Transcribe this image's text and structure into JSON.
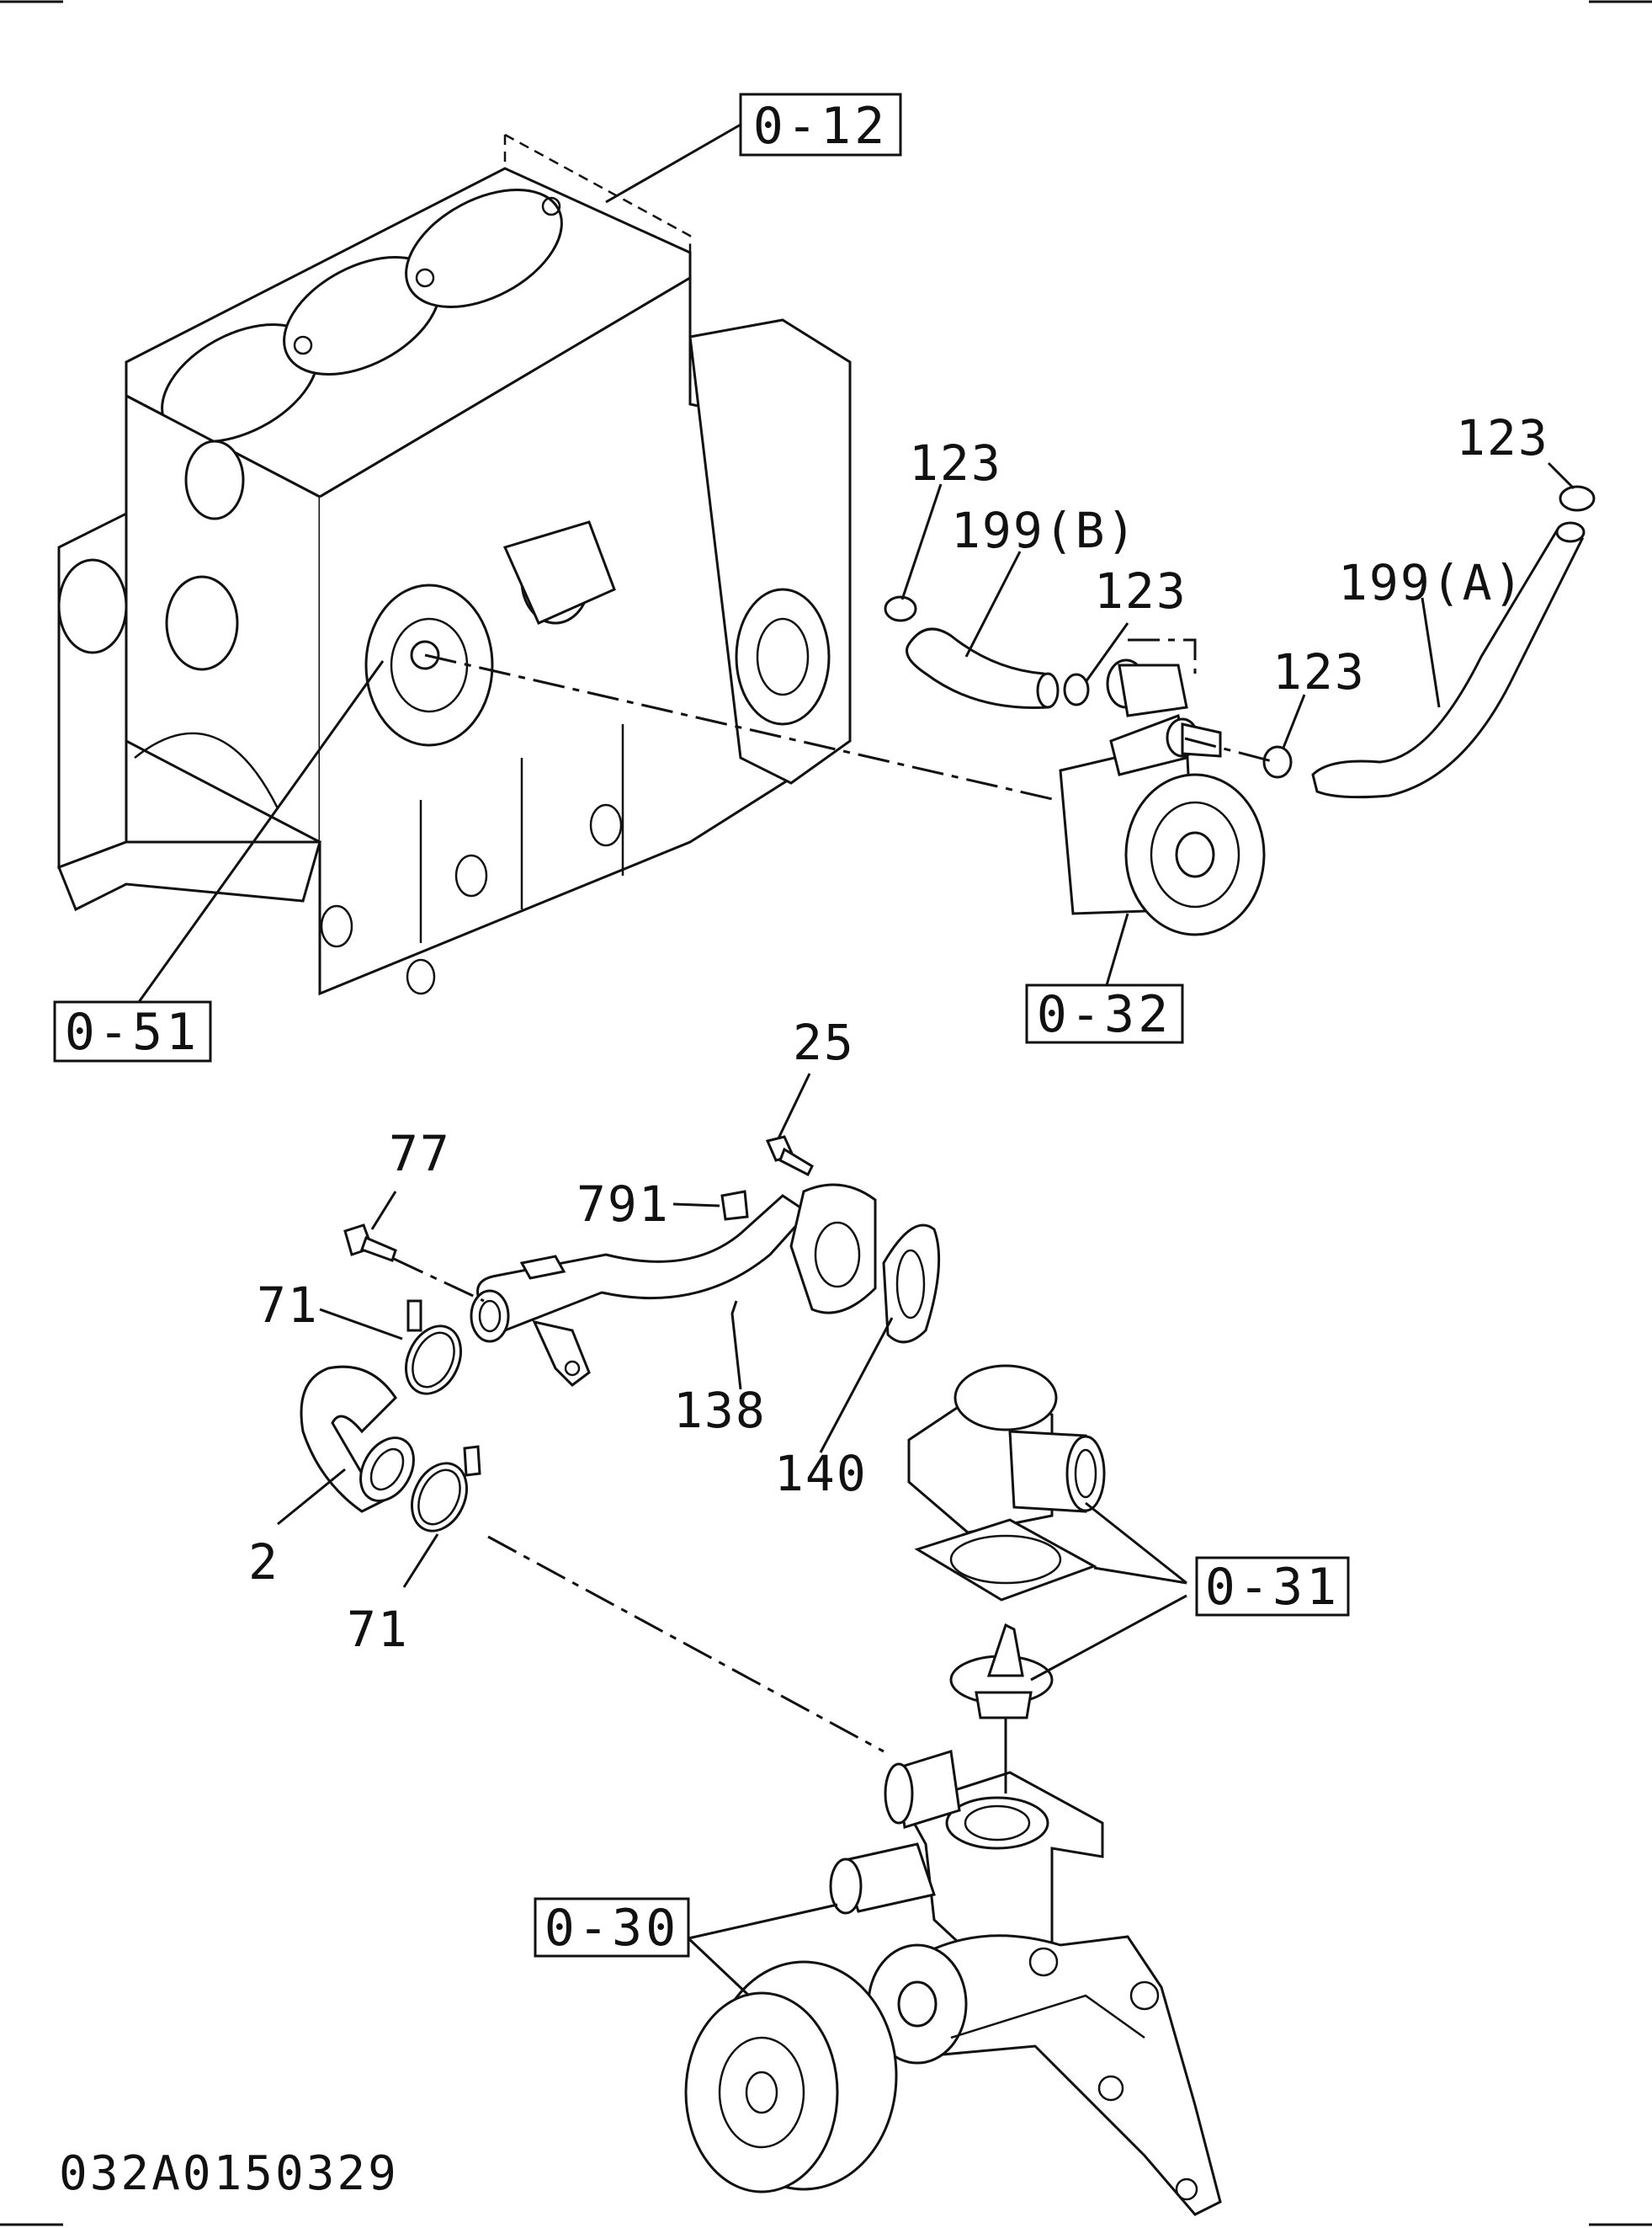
{
  "diagram": {
    "references": [
      "0-12",
      "0-51",
      "0-32",
      "0-31",
      "0-30"
    ],
    "part_labels": {
      "clamp_a": "123",
      "clamp_b": "123",
      "clamp_c": "123",
      "clamp_d": "123",
      "hose_b": "199(B)",
      "hose_a": "199(A)",
      "bolt_25": "25",
      "bolt_77": "77",
      "plug_791": "791",
      "clamp_71_top": "71",
      "clamp_71_bottom": "71",
      "pipe_138": "138",
      "gasket_140": "140",
      "hose_2": "2"
    },
    "drawing_code": "032A0150329"
  }
}
